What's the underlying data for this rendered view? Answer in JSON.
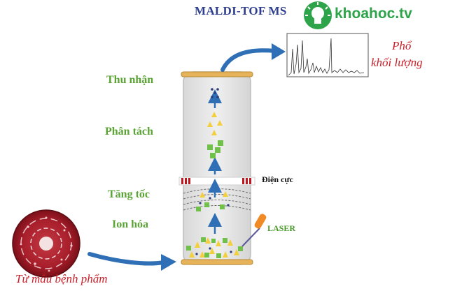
{
  "title": "MALDI-TOF MS",
  "watermark": {
    "text": "khoahoc.tv",
    "icon": "lightbulb-icon"
  },
  "stages": {
    "collect": "Thu nhận",
    "separate": "Phân tách",
    "accelerate": "Tăng tốc",
    "ionize": "Ion hóa"
  },
  "labels": {
    "electrode": "Điện cực",
    "laser": "LASER",
    "spectrum_line1": "Phổ",
    "spectrum_line2": "khối lượng",
    "sample": "Từ mẫu bệnh phẩm"
  },
  "colors": {
    "stage_text": "#5aa334",
    "red_text": "#c8202a",
    "arrow_blue": "#2f6fb5",
    "tube_fill": "#e6e6e6",
    "plate": "#e6b25a",
    "electrode_red": "#c0161c",
    "triangle": "#f3cf3b",
    "square": "#6fc14a"
  }
}
